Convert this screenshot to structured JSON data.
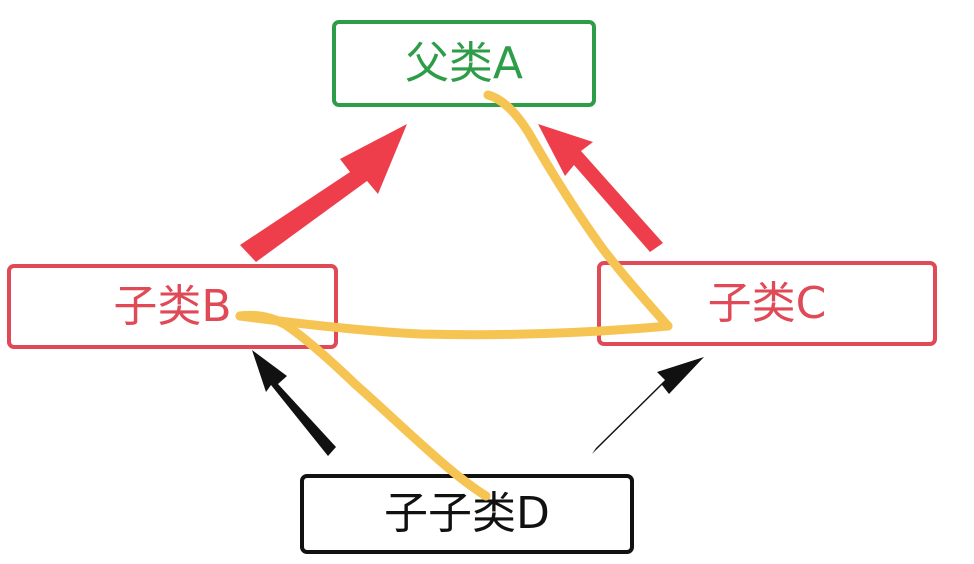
{
  "nodes": {
    "a": {
      "label": "父类A",
      "color": "#2e9d49"
    },
    "b": {
      "label": "子类B",
      "color": "#df4a56"
    },
    "c": {
      "label": "子类C",
      "color": "#df4a56"
    },
    "d": {
      "label": "子子类D",
      "color": "#111111"
    }
  },
  "edges": [
    {
      "from": "b",
      "to": "a",
      "color": "#ee3e4c"
    },
    {
      "from": "c",
      "to": "a",
      "color": "#ee3e4c"
    },
    {
      "from": "d",
      "to": "b",
      "color": "#111111"
    },
    {
      "from": "d",
      "to": "c",
      "color": "#111111"
    }
  ],
  "trace": {
    "color": "#f6c453",
    "order": [
      "d",
      "b",
      "c",
      "a"
    ]
  }
}
